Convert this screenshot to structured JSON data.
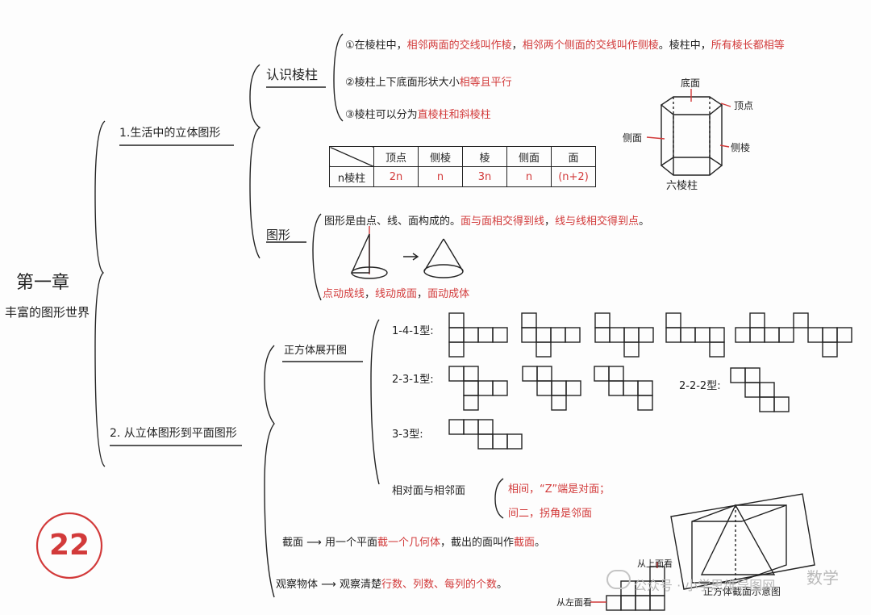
{
  "badge": "22",
  "chapter": {
    "title": "第一章",
    "subtitle": "丰富的图形世界"
  },
  "section1": {
    "title": "1.生活中的立体图形",
    "prism": {
      "heading": "认识棱柱",
      "rule1_prefix": "①在棱柱中，",
      "rule1_red_a": "相邻两面的交线叫作棱",
      "rule1_mid": "，",
      "rule1_red_b": "相邻两个侧面的交线叫作侧棱",
      "rule1_tail": "。棱柱中，",
      "rule1_red_c": "所有棱长都相等",
      "rule2_prefix": "②棱柱上下底面形状大小",
      "rule2_red": "相等且平行",
      "rule3_prefix": "③棱柱可以分为",
      "rule3_red": "直棱柱和斜棱柱",
      "table": {
        "headers": [
          "顶点",
          "侧棱",
          "棱",
          "侧面",
          "面"
        ],
        "row_label": "n棱柱",
        "values": [
          "2n",
          "n",
          "3n",
          "n",
          "(n+2)"
        ]
      },
      "figure": {
        "top_face": "底面",
        "vertex": "顶点",
        "side_face": "侧面",
        "side_edge": "侧棱",
        "caption": "六棱柱"
      }
    },
    "shape": {
      "heading": "图形",
      "line1_prefix": "图形是由点、线、面构成的。",
      "line1_red_a": "面与面相交得到线",
      "line1_mid": "，",
      "line1_red_b": "线与线相交得到点",
      "line1_tail": "。",
      "line2_red_a": "点动成线",
      "line2_red_b": "线动成面",
      "line2_red_c": "面动成体",
      "sep": "，"
    }
  },
  "section2": {
    "title": "2. 从立体图形到平面图形",
    "nets": {
      "heading": "正方体展开图",
      "type141": "1-4-1型:",
      "type231": "2-3-1型:",
      "type222": "2-2-2型:",
      "type33": "3-3型:"
    },
    "faces": {
      "heading": "相对面与相邻面",
      "line1_red": "相间，“Z”端是对面；",
      "line2_red": "间二，拐角是邻面"
    },
    "section_view": {
      "heading": "截面",
      "arrow": "⟶",
      "prefix": "用一个平面",
      "red_a": "截一个几何体",
      "mid": "，截出的面叫作",
      "red_b": "截面",
      "tail": "。",
      "caption": "正方体截面示意图"
    },
    "observe": {
      "heading": "观察物体",
      "arrow": "⟶",
      "prefix": "观察清楚",
      "red": "行数、列数、每列的个数",
      "tail": "。",
      "from_top": "从上面看",
      "from_left": "从左面看"
    }
  },
  "watermark": {
    "icon": "wechat-icon",
    "text": "公众号 · 小学思维导图网",
    "text2": "数学"
  },
  "colors": {
    "ink": "#222222",
    "red": "#d23a3a"
  }
}
